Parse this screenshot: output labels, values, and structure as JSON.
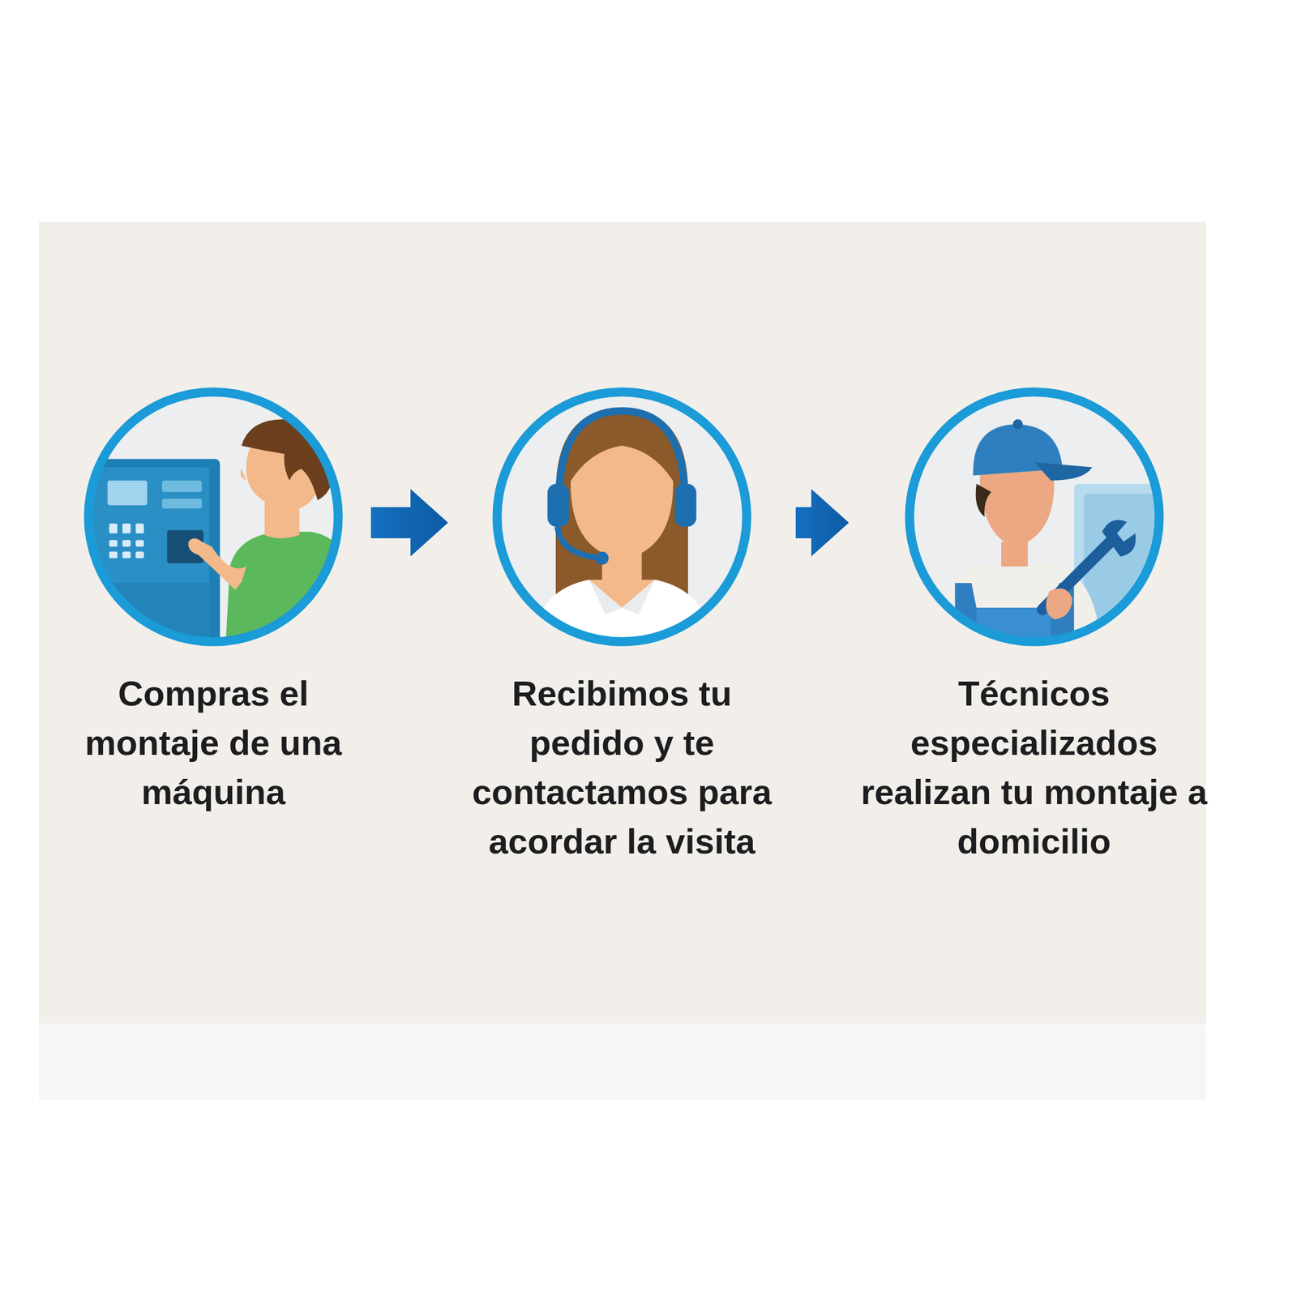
{
  "diagram": {
    "nodes": [
      {
        "text": [
          "Compras el montaje de una máquina"
        ]
      },
      {
        "text": [
          "Recibimos tu pedido y te contactamos para acordar la visita"
        ]
      },
      {
        "text": [
          "Técnicos especializados realizan tu montaje a domicilio"
        ]
      }
    ],
    "edges": [
      {
        "from": 0,
        "to": 1,
        "arrow": "to"
      },
      {
        "from": 1,
        "to": 2,
        "arrow": "to"
      }
    ]
  }
}
